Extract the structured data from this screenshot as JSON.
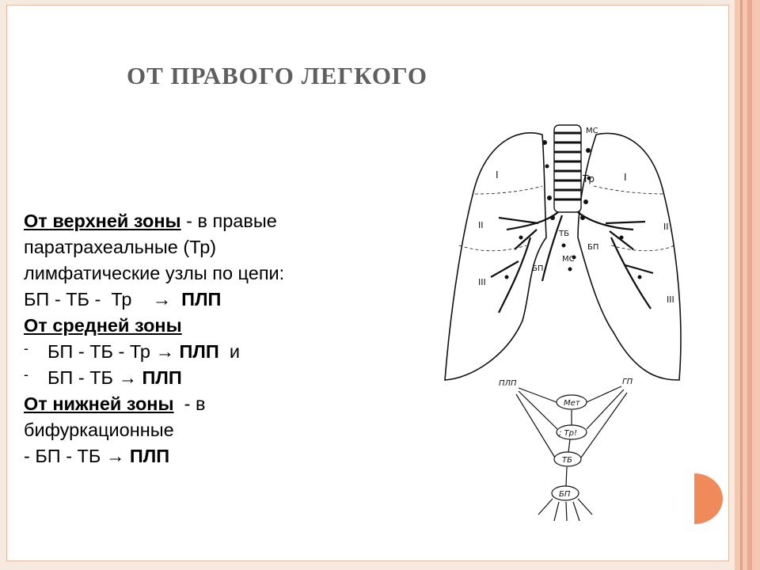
{
  "slide": {
    "title": "ОТ ПРАВОГО ЛЕГКОГО",
    "colors": {
      "title": "#5f5f5f",
      "stripe_outer": "#f0b9a0",
      "stripe_inner": "#e9a080",
      "accent_circle": "#f08a5b"
    }
  },
  "content": {
    "upper_heading": "От верхней зоны",
    "upper_text_1": " - в правые",
    "upper_text_2": "паратрахеальные (Тр)",
    "upper_text_3": "лимфатические  узлы по цепи:",
    "upper_chain": "БП - ТБ -  Тр    →  ",
    "upper_target": "ПЛП",
    "middle_heading": "От средней зоны",
    "dash_symbol": "-",
    "middle_chain_1": "БП - ТБ - Тр → ",
    "middle_target_1": "ПЛП",
    "middle_and": "  и",
    "middle_chain_2": "БП - ТБ → ",
    "middle_target_2": "ПЛП",
    "lower_heading": "От нижней зоны",
    "lower_text_1": "  - в",
    "lower_text_2": "бифуркационные",
    "lower_chain": "- БП - ТБ → ",
    "lower_target": "ПЛП"
  },
  "figure": {
    "labels": {
      "mc_top": "МС",
      "tr": "Тр",
      "tb": "ТБ",
      "bp_left": "БП",
      "bp_right": "БП",
      "mc_mid": "МС",
      "zone_1_left": "I",
      "zone_1_right": "I",
      "zone_2_left": "II",
      "zone_2_right": "II",
      "zone_3_left": "III",
      "zone_3_right": "III"
    },
    "scheme": {
      "plp": "ПЛП",
      "gp": "ГП",
      "met": "Мет",
      "tr": "; Тр!",
      "tb": "ТБ",
      "bp": "БП"
    }
  }
}
